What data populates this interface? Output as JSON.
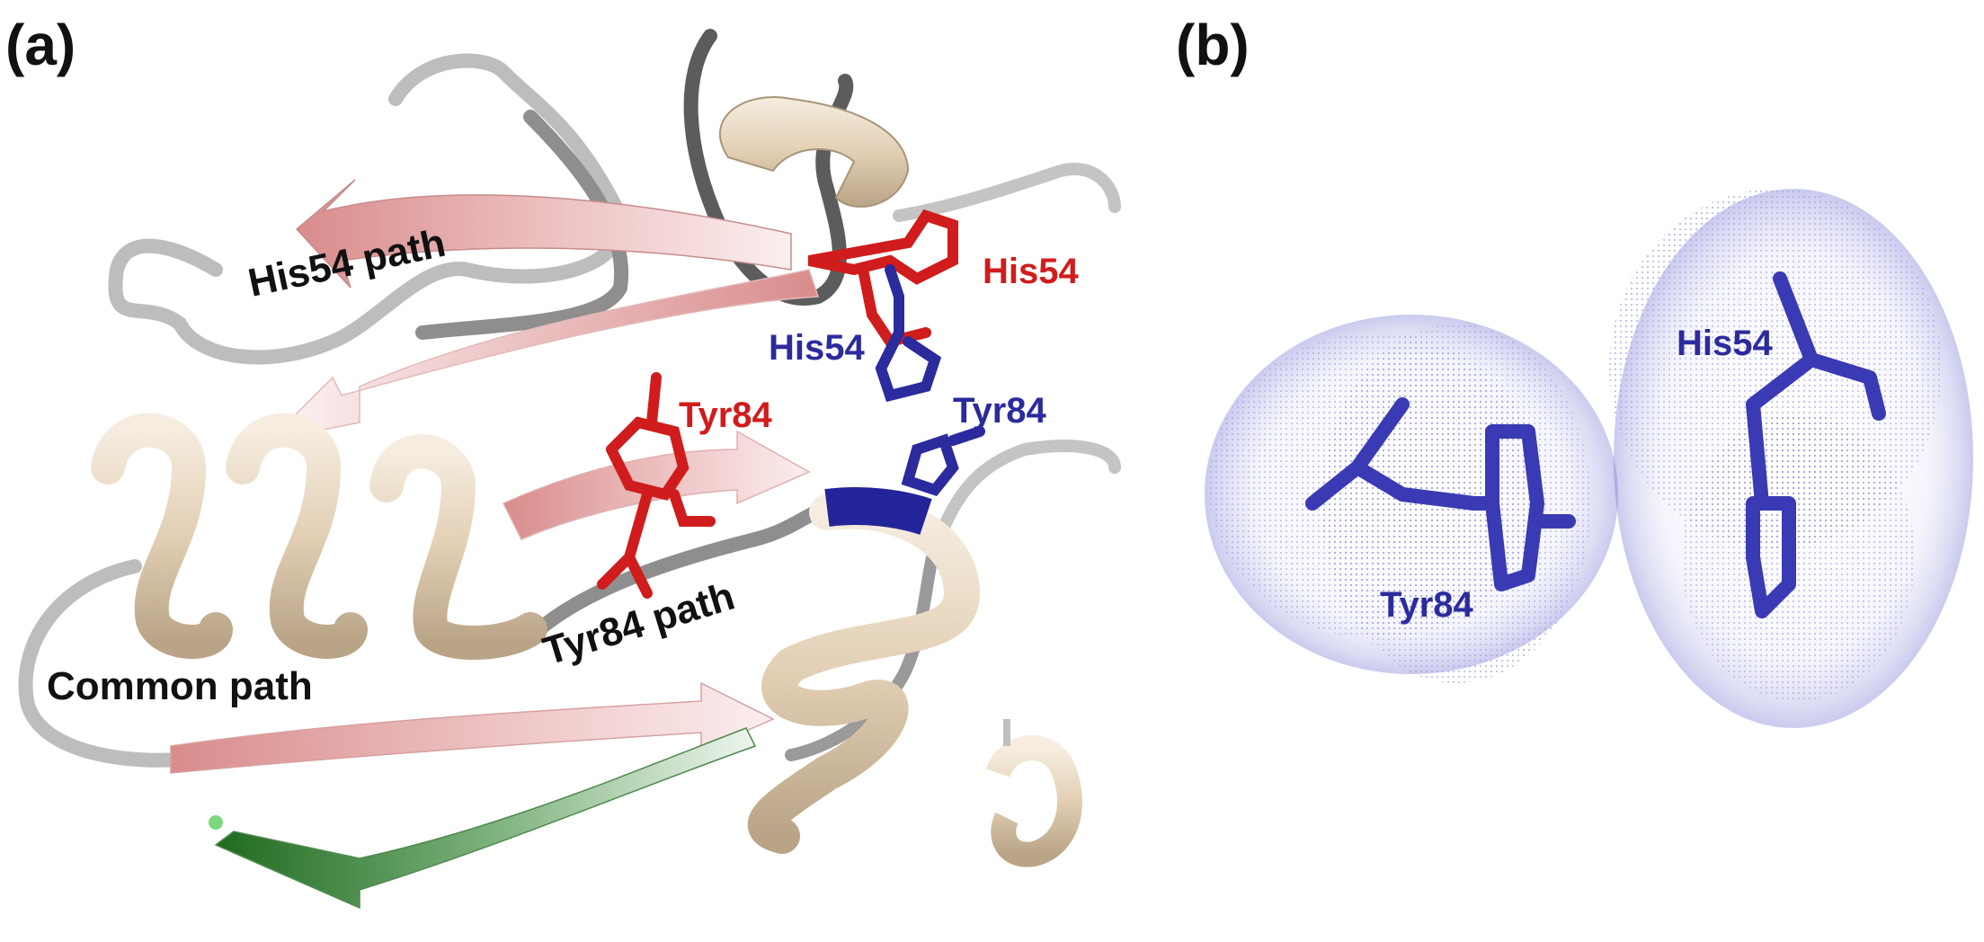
{
  "figure": {
    "panel_a": {
      "letter": "(a)",
      "labels": {
        "his54_path": "His54 path",
        "his54_red": "His54",
        "his54_blue": "His54",
        "tyr84_red": "Tyr84",
        "tyr84_blue": "Tyr84",
        "tyr84_path": "Tyr84 path",
        "common_path": "Common path"
      }
    },
    "panel_b": {
      "letter": "(b)",
      "labels": {
        "his54": "His54",
        "tyr84": "Tyr84"
      }
    },
    "colors": {
      "red_residue": "#d01c1c",
      "blue_residue": "#2b2b9e",
      "helix_tan": "#e6d6bf",
      "strand_pink": "#e9b4b4",
      "strand_green": "#2f7a2f",
      "loop_gray": "#9a9a9a",
      "loop_dark": "#5c5c5c",
      "dot_cloud": "#8a8ad8"
    }
  }
}
